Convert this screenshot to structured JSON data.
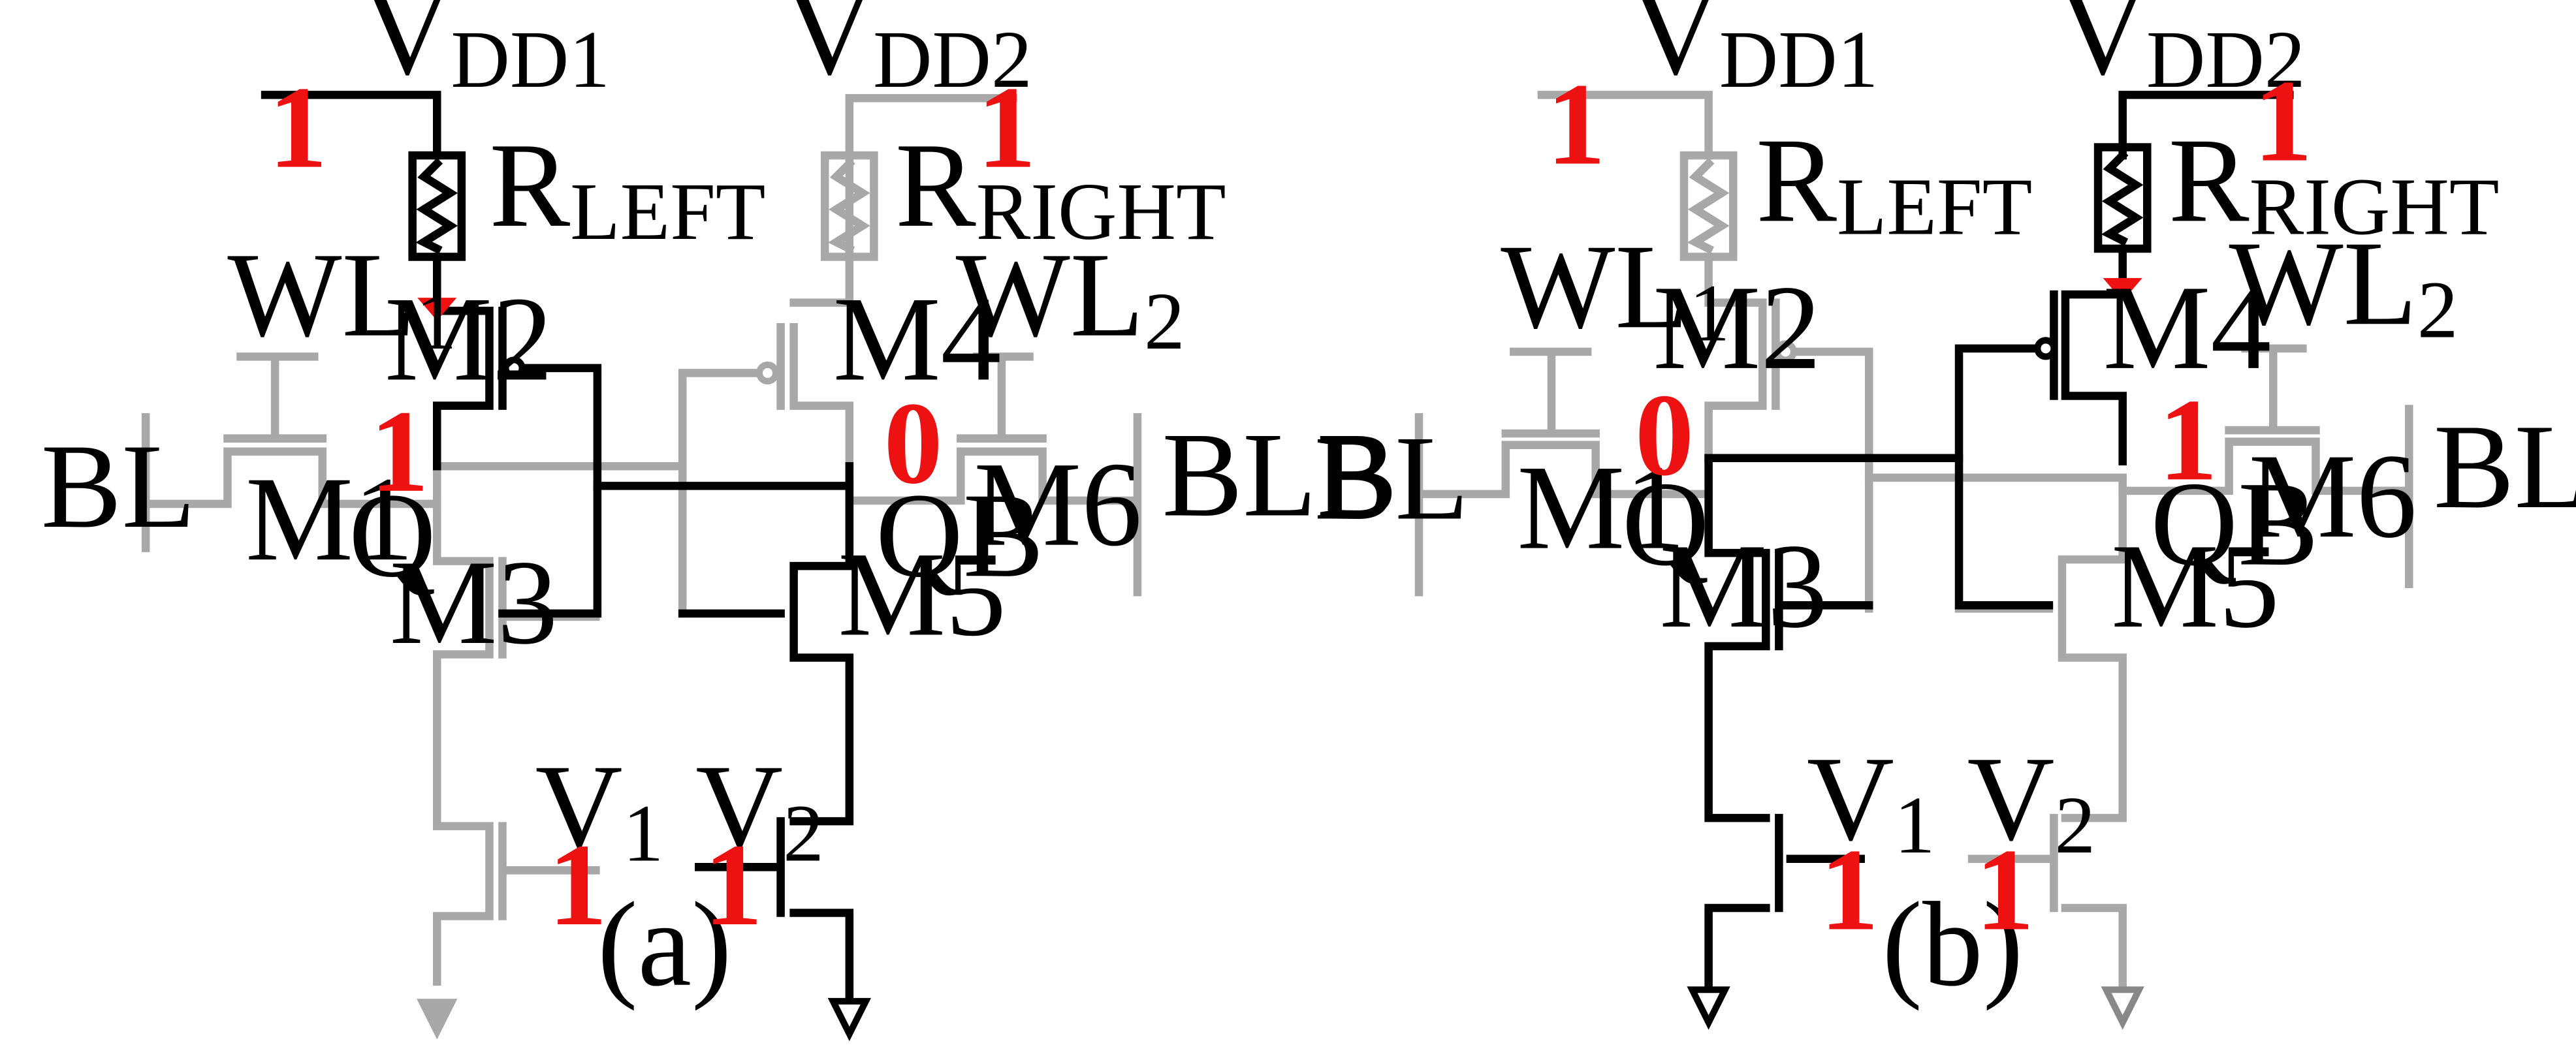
{
  "colors": {
    "active": "#000000",
    "inactive": "#a8a8a8",
    "bit": "#ee1111"
  },
  "panel_a": {
    "caption": "(a)",
    "vdd1": {
      "main": "V",
      "sub": "DD1"
    },
    "vdd2": {
      "main": "V",
      "sub": "DD2"
    },
    "r_left": {
      "main": "R",
      "sub": "LEFT"
    },
    "r_right": {
      "main": "R",
      "sub": "RIGHT"
    },
    "wl1": {
      "main": "WL",
      "sub": "1"
    },
    "wl2": {
      "main": "WL",
      "sub": "2"
    },
    "v1": {
      "main": "V",
      "sub": "1"
    },
    "v2": {
      "main": "V",
      "sub": "2"
    },
    "bl": "BL",
    "blb": "BLB",
    "q": "Q",
    "qb": "QB",
    "m1": "M1",
    "m2": "M2",
    "m3": "M3",
    "m4": "M4",
    "m5": "M5",
    "m6": "M6",
    "bits": {
      "vdd1": "1",
      "vdd2": "1",
      "q": "1",
      "qb": "0",
      "v1": "1",
      "v2": "1"
    }
  },
  "panel_b": {
    "caption": "(b)",
    "vdd1": {
      "main": "V",
      "sub": "DD1"
    },
    "vdd2": {
      "main": "V",
      "sub": "DD2"
    },
    "r_left": {
      "main": "R",
      "sub": "LEFT"
    },
    "r_right": {
      "main": "R",
      "sub": "RIGHT"
    },
    "wl1": {
      "main": "WL",
      "sub": "1"
    },
    "wl2": {
      "main": "WL",
      "sub": "2"
    },
    "v1": {
      "main": "V",
      "sub": "1"
    },
    "v2": {
      "main": "V",
      "sub": "2"
    },
    "bl": "BL",
    "blb": "BLB",
    "q": "Q",
    "qb": "QB",
    "m1": "M1",
    "m2": "M2",
    "m3": "M3",
    "m4": "M4",
    "m5": "M5",
    "m6": "M6",
    "bits": {
      "vdd1": "1",
      "vdd2": "1",
      "q": "0",
      "qb": "1",
      "v1": "1",
      "v2": "1"
    }
  }
}
